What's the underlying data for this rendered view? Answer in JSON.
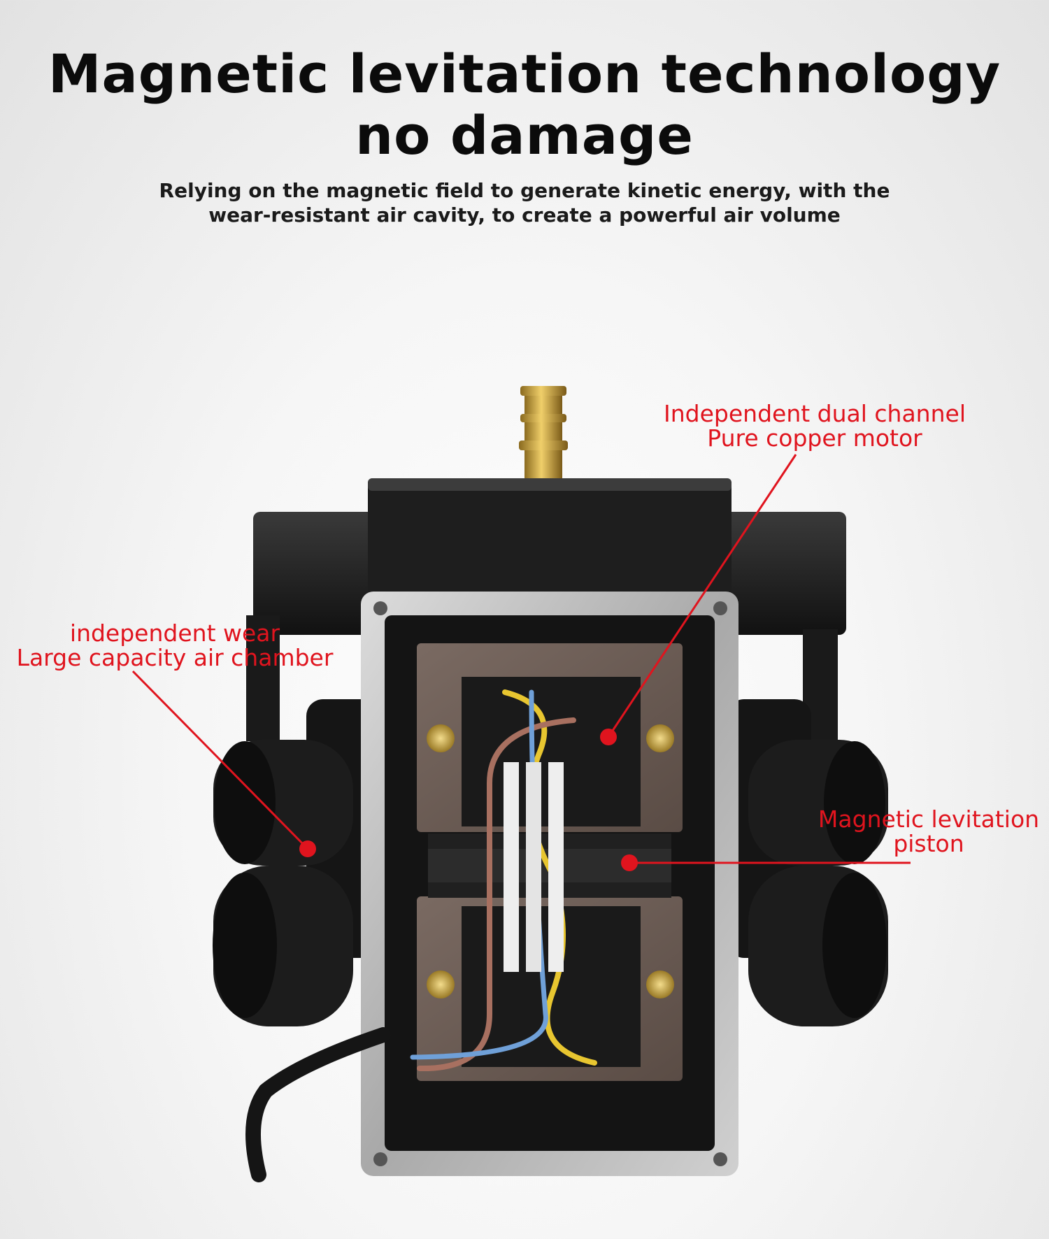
{
  "headline": {
    "line1": "Magnetic levitation technology",
    "line2": "no damage"
  },
  "subtitle": {
    "line1": "Relying on the magnetic field to generate kinetic energy, with the",
    "line2": "wear-resistant air cavity, to create a powerful air volume"
  },
  "callouts": {
    "motor": {
      "line1": "Independent dual channel",
      "line2": "Pure copper motor"
    },
    "chamber": {
      "line1": "independent wear",
      "line2": "Large capacity air chamber"
    },
    "piston": {
      "line1": "Magnetic levitation",
      "line2": "piston"
    }
  },
  "colors": {
    "callout": "#e0141e",
    "housing": "#1c1c1c",
    "frame": "#bdbdbd",
    "brass": "#c9a03c"
  }
}
